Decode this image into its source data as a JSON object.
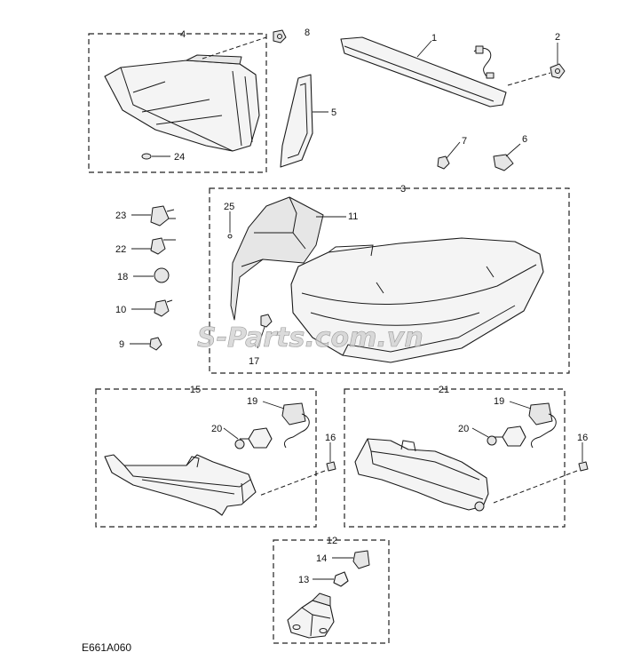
{
  "diagram": {
    "code": "E661A060",
    "watermark": "S-Parts.com.vn",
    "callouts": {
      "c1": "1",
      "c2": "2",
      "c3": "3",
      "c4": "4",
      "c5": "5",
      "c6": "6",
      "c7": "7",
      "c8": "8",
      "c9": "9",
      "c10": "10",
      "c11": "11",
      "c12": "12",
      "c13": "13",
      "c14": "14",
      "c15": "15",
      "c16a": "16",
      "c16b": "16",
      "c17": "17",
      "c18": "18",
      "c19a": "19",
      "c19b": "19",
      "c20a": "20",
      "c20b": "20",
      "c21": "21",
      "c22": "22",
      "c23": "23",
      "c24": "24",
      "c25": "25"
    }
  }
}
